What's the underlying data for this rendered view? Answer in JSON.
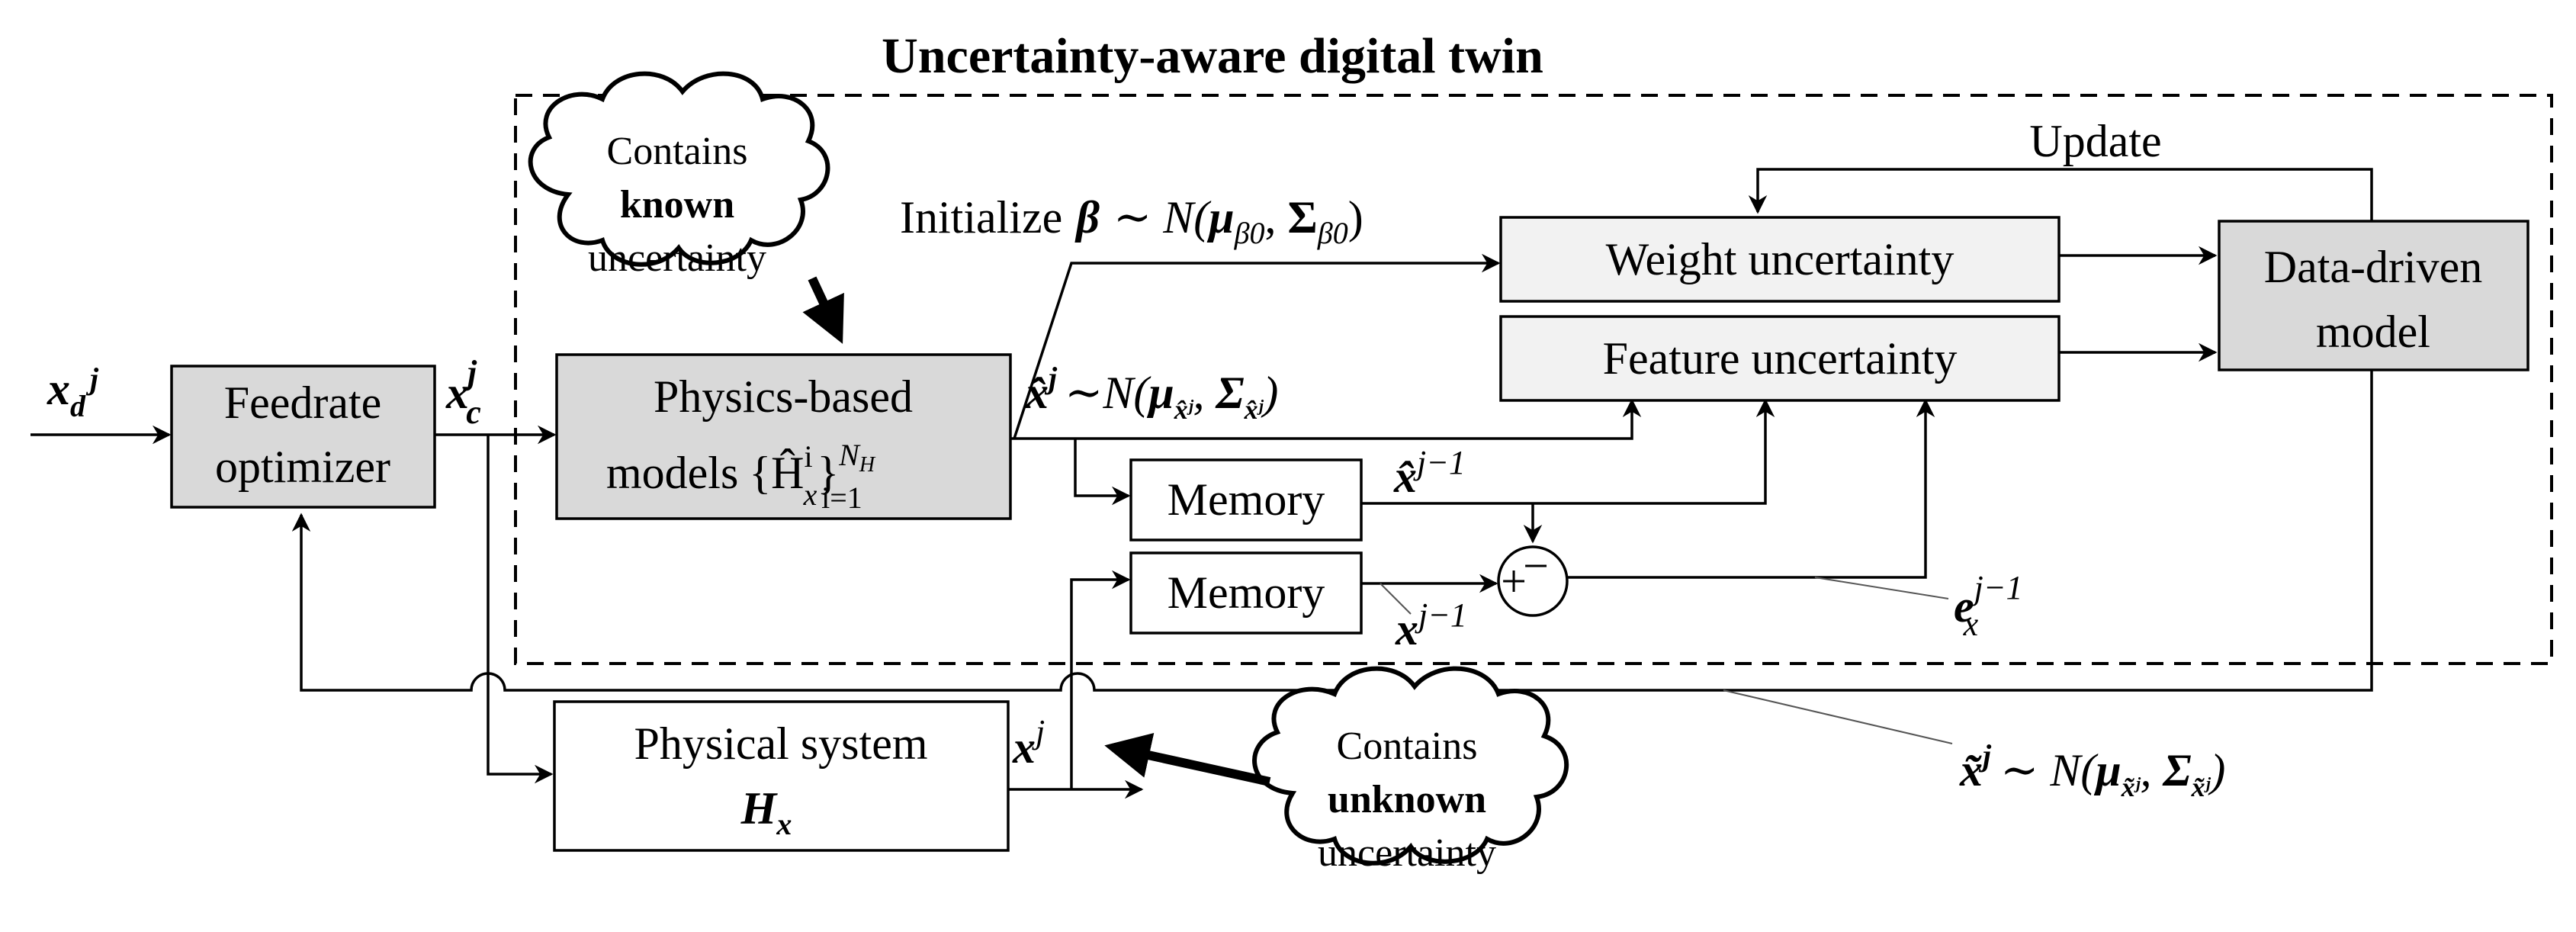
{
  "title": "Uncertainty-aware digital twin",
  "boxes": {
    "feedrate": [
      "Feedrate",
      "optimizer"
    ],
    "physics": [
      "Physics-based",
      "models"
    ],
    "physics_math": "{Ĥ",
    "physics_math_sub": "x",
    "physics_math_sup": "i",
    "physics_math_tail": "}",
    "physics_math_range_sub": "i=1",
    "physics_math_range_sup": "N",
    "physics_math_range_sup_sub": "H",
    "physical_system": "Physical system",
    "physical_system_math": "H",
    "physical_system_sub": "x",
    "memory1": "Memory",
    "memory2": "Memory",
    "weight_unc": "Weight uncertainty",
    "feature_unc": "Feature uncertainty",
    "data_driven": [
      "Data-driven",
      "model"
    ]
  },
  "labels": {
    "update": "Update",
    "init_prefix": "Initialize",
    "init_beta": "β",
    "init_rest": "∼ N(",
    "init_mu": "μ",
    "init_mu_sub": "β0",
    "init_sigma": "Σ",
    "init_sigma_sub": "β0",
    "xd": "x",
    "xd_sub": "d",
    "xd_sup": "j",
    "xc": "x",
    "xc_sub": "c",
    "xc_sup": "j",
    "xhat_dist": "x̂",
    "xhat_dist_sup": "j",
    "xhat_dist_mid": "∼N(",
    "xhat_dist_mu": "μ",
    "xhat_dist_mu_sub": "x̂ʲ",
    "xhat_dist_sigma": "Σ",
    "xhat_dist_sigma_sub": "x̂ʲ",
    "xhat_prev": "x̂",
    "xhat_prev_sup": "j−1",
    "x_prev": "x",
    "x_prev_sup": "j−1",
    "e_prev": "e",
    "e_prev_sub": "x",
    "e_prev_sup": "j−1",
    "xj": "x",
    "xj_sup": "j",
    "xtilde": "x̃",
    "xtilde_sup": "j",
    "xtilde_mid": "∼ N(",
    "xtilde_mu": "μ",
    "xtilde_mu_sub": "x̃ʲ",
    "xtilde_sigma": "Σ",
    "xtilde_sigma_sub": "x̃ʲ",
    "minus": "−",
    "plus": "+"
  },
  "clouds": {
    "known": [
      "Contains",
      "known",
      "uncertainty"
    ],
    "unknown": [
      "Contains",
      "unknown",
      "uncertainty"
    ]
  }
}
